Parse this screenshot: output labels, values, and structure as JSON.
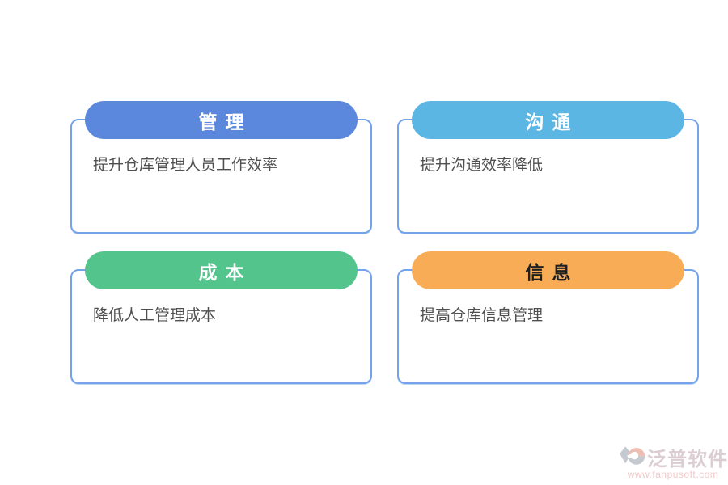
{
  "page": {
    "background": "#ffffff",
    "card_border_color": "#74a3ea",
    "body_text_color": "#4f4f4f"
  },
  "cards": [
    {
      "title": "管理",
      "body": "提升仓库管理人员工作效率",
      "pill_bg": "#5b87dc",
      "pill_text_color": "#ffffff"
    },
    {
      "title": "沟通",
      "body": "提升沟通效率降低",
      "pill_bg": "#5cb6e4",
      "pill_text_color": "#ffffff"
    },
    {
      "title": "成本",
      "body": "降低人工管理成本",
      "pill_bg": "#53c48c",
      "pill_text_color": "#ffffff"
    },
    {
      "title": "信息",
      "body": "提高仓库信息管理",
      "pill_bg": "#f8ac55",
      "pill_text_color": "#1f1f1f"
    }
  ],
  "watermark": {
    "brand": "泛普软件",
    "url": "www.fanpusoft.com",
    "brand_color": "#bfa6ac",
    "url_color": "#e79c9c",
    "icon_orange": "#e28a74",
    "icon_gray": "#97a0ad"
  }
}
